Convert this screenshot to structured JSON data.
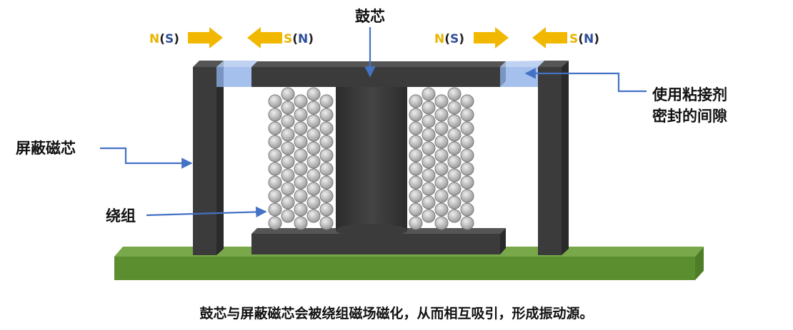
{
  "labels": {
    "drum_core": "鼓芯",
    "shield_core": "屏蔽磁芯",
    "winding": "绕组",
    "glue_line1": "使用粘接剂",
    "glue_line2": "密封的间隙"
  },
  "poles": {
    "left_a": {
      "main": "N",
      "open": "(",
      "inner": "S",
      "close": ")"
    },
    "left_b": {
      "main": "S",
      "open": "(",
      "inner": "N",
      "close": ")"
    },
    "right_a": {
      "main": "N",
      "open": "(",
      "inner": "S",
      "close": ")"
    },
    "right_b": {
      "main": "S",
      "open": "(",
      "inner": "N",
      "close": ")"
    }
  },
  "caption": "鼓芯与屏蔽磁芯会被绕组磁场磁化，从而相互吸引，形成振动源。",
  "colors": {
    "core": "#3b3b3b",
    "core_top": "#555555",
    "core_side": "#2a2a2a",
    "base": "#5a8e2f",
    "base_top": "#78a84a",
    "glue": "#8fb0e8",
    "arrow": "#f2b800",
    "pointer": "#4472c4",
    "wire": "#c8c8c8"
  }
}
